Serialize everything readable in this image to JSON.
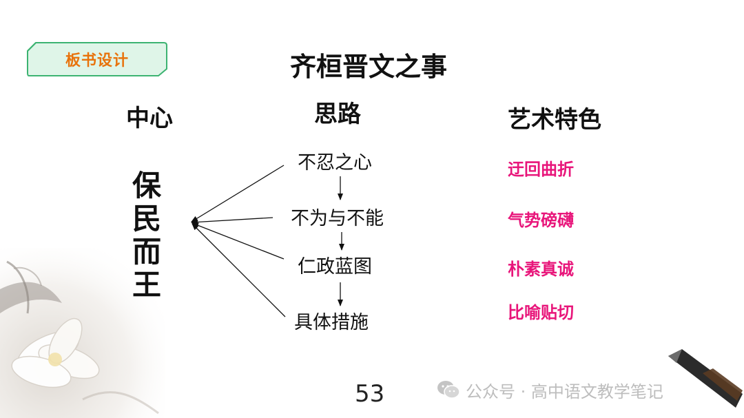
{
  "tag": {
    "label": "板书设计",
    "color": "#e8730c",
    "fill": "#dff5e8"
  },
  "title": "齐桓晋文之事",
  "columns": {
    "center_heading": "中心",
    "path_heading": "思路",
    "art_heading": "艺术特色"
  },
  "center_text": "保民而王",
  "path_items": [
    "不忍之心",
    "不为与不能",
    "仁政蓝图",
    "具体措施"
  ],
  "art_items": [
    "迂回曲折",
    "气势磅礴",
    "朴素真诚",
    "比喻贴切"
  ],
  "art_color": "#e8157a",
  "page_number": "53",
  "watermark": {
    "icon": "wechat-icon",
    "text": "公众号 · 高中语文教学笔记"
  }
}
